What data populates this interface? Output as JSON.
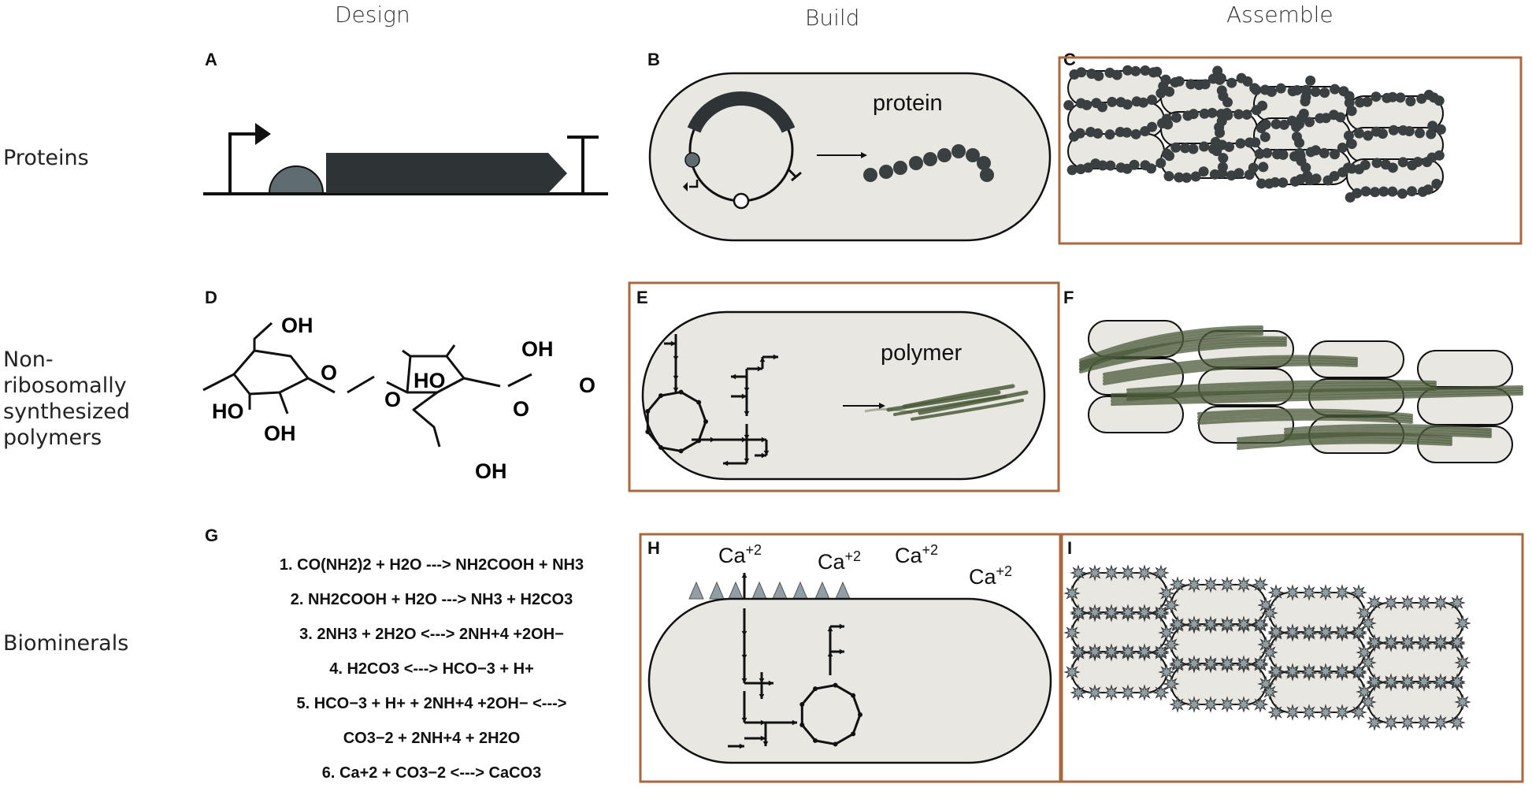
{
  "columns": {
    "design": "Design",
    "build": "Build",
    "assemble": "Assemble"
  },
  "rows": {
    "proteins": [
      "Proteins"
    ],
    "polymers": [
      "Non-",
      "ribosomally",
      "synthesized",
      "polymers"
    ],
    "biominerals": [
      "Biominerals"
    ]
  },
  "panels": {
    "a": "A",
    "b": "B",
    "c": "C",
    "d": "D",
    "e": "E",
    "f": "F",
    "g": "G",
    "h": "H",
    "i": "I"
  },
  "panel_b": {
    "label": "protein"
  },
  "panel_e": {
    "label": "polymer"
  },
  "panel_d": {
    "oh_top": "OH",
    "o_ring1": "O",
    "ho_left": "HO",
    "oh_bottom1": "OH",
    "o_link": "O",
    "ho_mid": "HO",
    "oh_top2": "OH",
    "o_ring2": "O",
    "o_methyl": "O",
    "oh_bottom2": "OH"
  },
  "equations": [
    "1. CO(NH2)2 + H2O ---> NH2COOH + NH3",
    "2. NH2COOH + H2O ---> NH3 + H2CO3",
    "3. 2NH3 + 2H2O <---> 2NH+4 +2OH−",
    "4. H2CO3 <---> HCO−3 + H+",
    "5. HCO−3 + H+ + 2NH+4 +2OH−  <--->",
    "CO3−2 + 2NH+4 + 2H2O",
    "6. Ca+2 + CO3−2 <---> CaCO3"
  ],
  "calcium": {
    "base": "Ca",
    "charge": "+2"
  },
  "colors": {
    "dark": "#2e3436",
    "protein": "#3a3f41",
    "rbs": "#5f6d70",
    "cell_fill": "#e8e7e2",
    "frame": "#a9693f",
    "fiber": "#4b5a3a",
    "mineral": "#8f9fa3"
  }
}
